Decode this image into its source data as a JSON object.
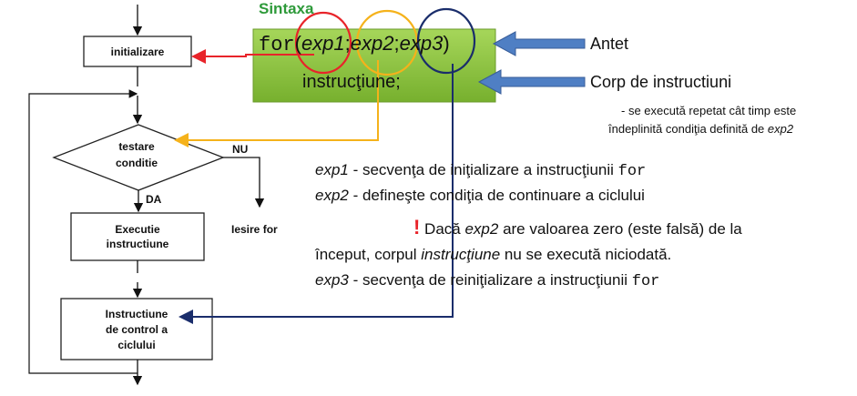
{
  "syntax": {
    "title": "Sintaxa",
    "for_kw": "for",
    "open_paren": "(",
    "exp1": "exp1",
    "sep1": ";",
    "exp2": "exp2",
    "sep2": ";",
    "exp3": "exp3",
    "close_paren": ")",
    "body": "instrucţiune;",
    "box_color": "#8dc63f"
  },
  "callouts": {
    "antet": "Antet",
    "corp": "Corp de instructiuni",
    "corp_note_line1": "- se execută repetat cât timp este",
    "corp_note_line2_pre": "îndeplinită condiţia definită de ",
    "corp_note_line2_em": "exp2"
  },
  "flowchart": {
    "init": "initializare",
    "test_line1": "testare",
    "test_line2": "conditie",
    "yes_label": "DA",
    "no_label": "NU",
    "exit": "Iesire for",
    "exec_line1": "Executie",
    "exec_line2": "instructiune",
    "ctrl_line1": "Instructiune",
    "ctrl_line2": "de control a",
    "ctrl_line3": "ciclului"
  },
  "explanations": {
    "exp1_term": "exp1",
    "exp1_text": " - secvenţa de iniţializare a instrucţiunii ",
    "exp1_code": "for",
    "exp2_term": "exp2",
    "exp2_text": " - defineşte condiţia de continuare a ciclului",
    "warn_icon": "!",
    "warn_pre": " Dacă ",
    "warn_em": "exp2",
    "warn_post": " are valoarea zero (este falsă) de la",
    "warn_line2_pre": "început, corpul ",
    "warn_line2_em": "instrucţiune",
    "warn_line2_post": " nu se execută niciodată.",
    "exp3_term": "exp3",
    "exp3_text": " - secvenţa de reiniţializare a instrucţiunii ",
    "exp3_code": "for"
  },
  "colors": {
    "exp1_circle": "#e8242a",
    "exp2_circle": "#f5b21b",
    "exp3_circle": "#1a2d6b",
    "callout_arrow": "#4f7fc4"
  }
}
